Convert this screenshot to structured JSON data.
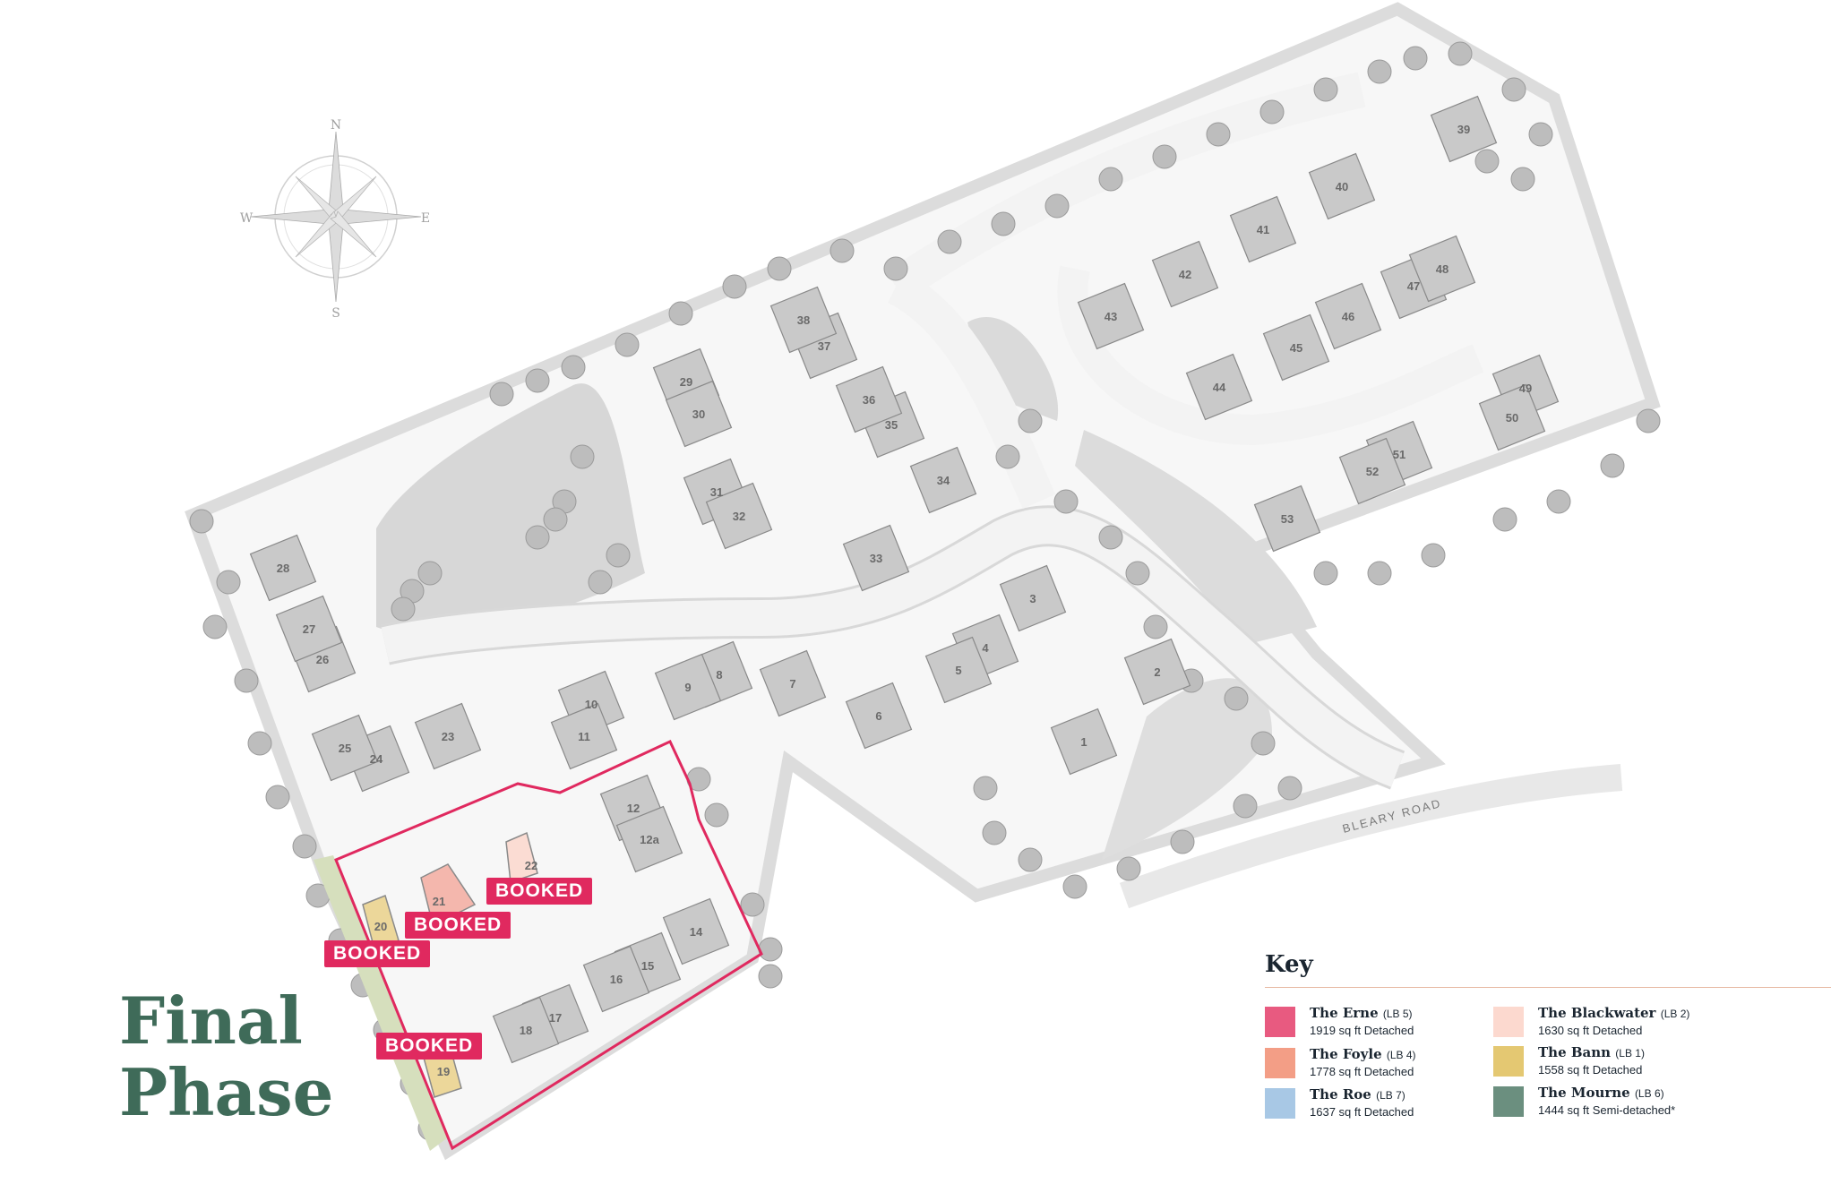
{
  "map": {
    "road_label": "BLEARY ROAD",
    "compass": {
      "n": "N",
      "e": "E",
      "s": "S",
      "w": "W"
    },
    "plots": [
      {
        "id": "p1",
        "label": "1"
      },
      {
        "id": "p2",
        "label": "2"
      },
      {
        "id": "p3",
        "label": "3"
      },
      {
        "id": "p4",
        "label": "4"
      },
      {
        "id": "p5",
        "label": "5"
      },
      {
        "id": "p6",
        "label": "6"
      },
      {
        "id": "p7",
        "label": "7"
      },
      {
        "id": "p8",
        "label": "8"
      },
      {
        "id": "p9",
        "label": "9"
      },
      {
        "id": "p10",
        "label": "10"
      },
      {
        "id": "p11",
        "label": "11"
      },
      {
        "id": "p12",
        "label": "12"
      },
      {
        "id": "p12a",
        "label": "12a"
      },
      {
        "id": "p14",
        "label": "14"
      },
      {
        "id": "p15",
        "label": "15"
      },
      {
        "id": "p16",
        "label": "16"
      },
      {
        "id": "p17",
        "label": "17"
      },
      {
        "id": "p18",
        "label": "18"
      },
      {
        "id": "p19",
        "label": "19"
      },
      {
        "id": "p20",
        "label": "20"
      },
      {
        "id": "p21",
        "label": "21"
      },
      {
        "id": "p22",
        "label": "22"
      },
      {
        "id": "p23",
        "label": "23"
      },
      {
        "id": "p24",
        "label": "24"
      },
      {
        "id": "p25",
        "label": "25"
      },
      {
        "id": "p26",
        "label": "26"
      },
      {
        "id": "p27",
        "label": "27"
      },
      {
        "id": "p28",
        "label": "28"
      },
      {
        "id": "p29",
        "label": "29"
      },
      {
        "id": "p30",
        "label": "30"
      },
      {
        "id": "p31",
        "label": "31"
      },
      {
        "id": "p32",
        "label": "32"
      },
      {
        "id": "p33",
        "label": "33"
      },
      {
        "id": "p34",
        "label": "34"
      },
      {
        "id": "p35",
        "label": "35"
      },
      {
        "id": "p36",
        "label": "36"
      },
      {
        "id": "p37",
        "label": "37"
      },
      {
        "id": "p38",
        "label": "38"
      },
      {
        "id": "p39",
        "label": "39"
      },
      {
        "id": "p40",
        "label": "40"
      },
      {
        "id": "p41",
        "label": "41"
      },
      {
        "id": "p42",
        "label": "42"
      },
      {
        "id": "p43",
        "label": "43"
      },
      {
        "id": "p44",
        "label": "44"
      },
      {
        "id": "p45",
        "label": "45"
      },
      {
        "id": "p46",
        "label": "46"
      },
      {
        "id": "p47",
        "label": "47"
      },
      {
        "id": "p48",
        "label": "48"
      },
      {
        "id": "p49",
        "label": "49"
      },
      {
        "id": "p50",
        "label": "50"
      },
      {
        "id": "p51",
        "label": "51"
      },
      {
        "id": "p52",
        "label": "52"
      },
      {
        "id": "p53",
        "label": "53"
      }
    ],
    "booked_label": "BOOKED",
    "booked_plots": [
      "19",
      "20",
      "21",
      "22"
    ],
    "highlight_colors": {
      "outline": "#e0295f",
      "plot21": "#f4b7ad",
      "plot22": "#fbdcd3",
      "plot20": "#ecd79a",
      "plot19": "#ecd79a",
      "green_strip": "#d6dfbd",
      "building": "#c9c9c9",
      "building_stroke": "#8a8a8a",
      "road": "#f3f3f3",
      "green_space": "#d6d6d6",
      "tree": "#b5b5b5"
    }
  },
  "title": {
    "line1": "Final",
    "line2": "Phase"
  },
  "key": {
    "title": "Key",
    "items": [
      {
        "name": "The Erne",
        "code": "(LB 5)",
        "desc": "1919 sq ft Detached",
        "color": "#e85a80"
      },
      {
        "name": "The Blackwater",
        "code": "(LB 2)",
        "desc": "1630 sq ft Detached",
        "color": "#fcd9cf"
      },
      {
        "name": "The Foyle",
        "code": "(LB 4)",
        "desc": "1778 sq ft Detached",
        "color": "#f39e86"
      },
      {
        "name": "The Bann",
        "code": "(LB 1)",
        "desc": "1558 sq ft Detached",
        "color": "#e4c872"
      },
      {
        "name": "The Roe",
        "code": "(LB 7)",
        "desc": "1637 sq ft Detached",
        "color": "#a8c8e5"
      },
      {
        "name": "The Mourne",
        "code": "(LB 6)",
        "desc": "1444 sq ft Semi-detached*",
        "color": "#6b8f7f"
      }
    ]
  }
}
